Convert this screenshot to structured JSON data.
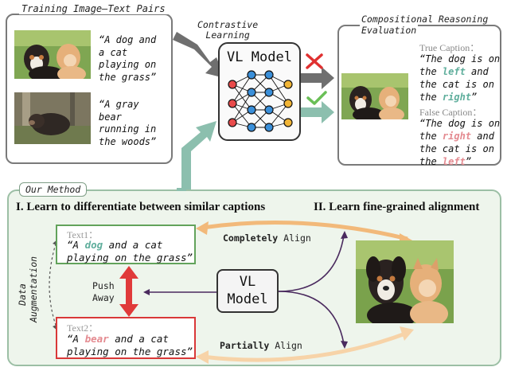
{
  "training": {
    "title": "Training Image–Text Pairs",
    "caption1": [
      "“A dog and",
      "a cat",
      "playing on",
      "the grass”"
    ],
    "caption2": [
      "“A gray",
      "bear",
      "running in",
      "the woods”"
    ]
  },
  "contrastive_label": [
    "Contrastive",
    "Learning"
  ],
  "vl_model_label": "VL Model",
  "evaluation": {
    "title": [
      "Compositional Reasoning",
      "Evaluation"
    ],
    "true_label": "True Caption：",
    "true_caption": {
      "l1": "“The dog is on",
      "l2_pre": "the ",
      "l2_kw": "left",
      "l2_post": " and",
      "l3": "the cat is on",
      "l4_pre": "the ",
      "l4_kw": "right",
      "l4_post": "”"
    },
    "false_label": "False Caption：",
    "false_caption": {
      "l1": "“The dog is on",
      "l2_pre": "the ",
      "l2_kw": "right",
      "l2_post": " and",
      "l3": "the cat is on",
      "l4_pre": "the ",
      "l4_kw": "left",
      "l4_post": "”"
    },
    "colors": {
      "correct": "#5fae9c",
      "wrong": "#e48a90"
    }
  },
  "method": {
    "tag": "Our Method",
    "heading1": "I. Learn to differentiate between similar captions",
    "heading2": "II. Learn fine-grained alignment",
    "data_augmentation": [
      "Data",
      "Augmentation"
    ],
    "push_away": [
      "Push",
      "Away"
    ],
    "text1": {
      "label": "Text1：",
      "l1_pre": "“A ",
      "l1_kw": "dog",
      "l1_post": " and a cat",
      "l2": "playing on the grass”"
    },
    "text2": {
      "label": "Text2：",
      "l1_pre": "“A ",
      "l1_kw": "bear",
      "l1_post": " and a cat",
      "l2": "playing on the grass”"
    },
    "vl_model_line1": "VL",
    "vl_model_line2": "Model",
    "completely_align": {
      "bold": "Completely",
      "rest": " Align"
    },
    "partially_align": {
      "bold": "Partially",
      "rest": " Align"
    }
  }
}
